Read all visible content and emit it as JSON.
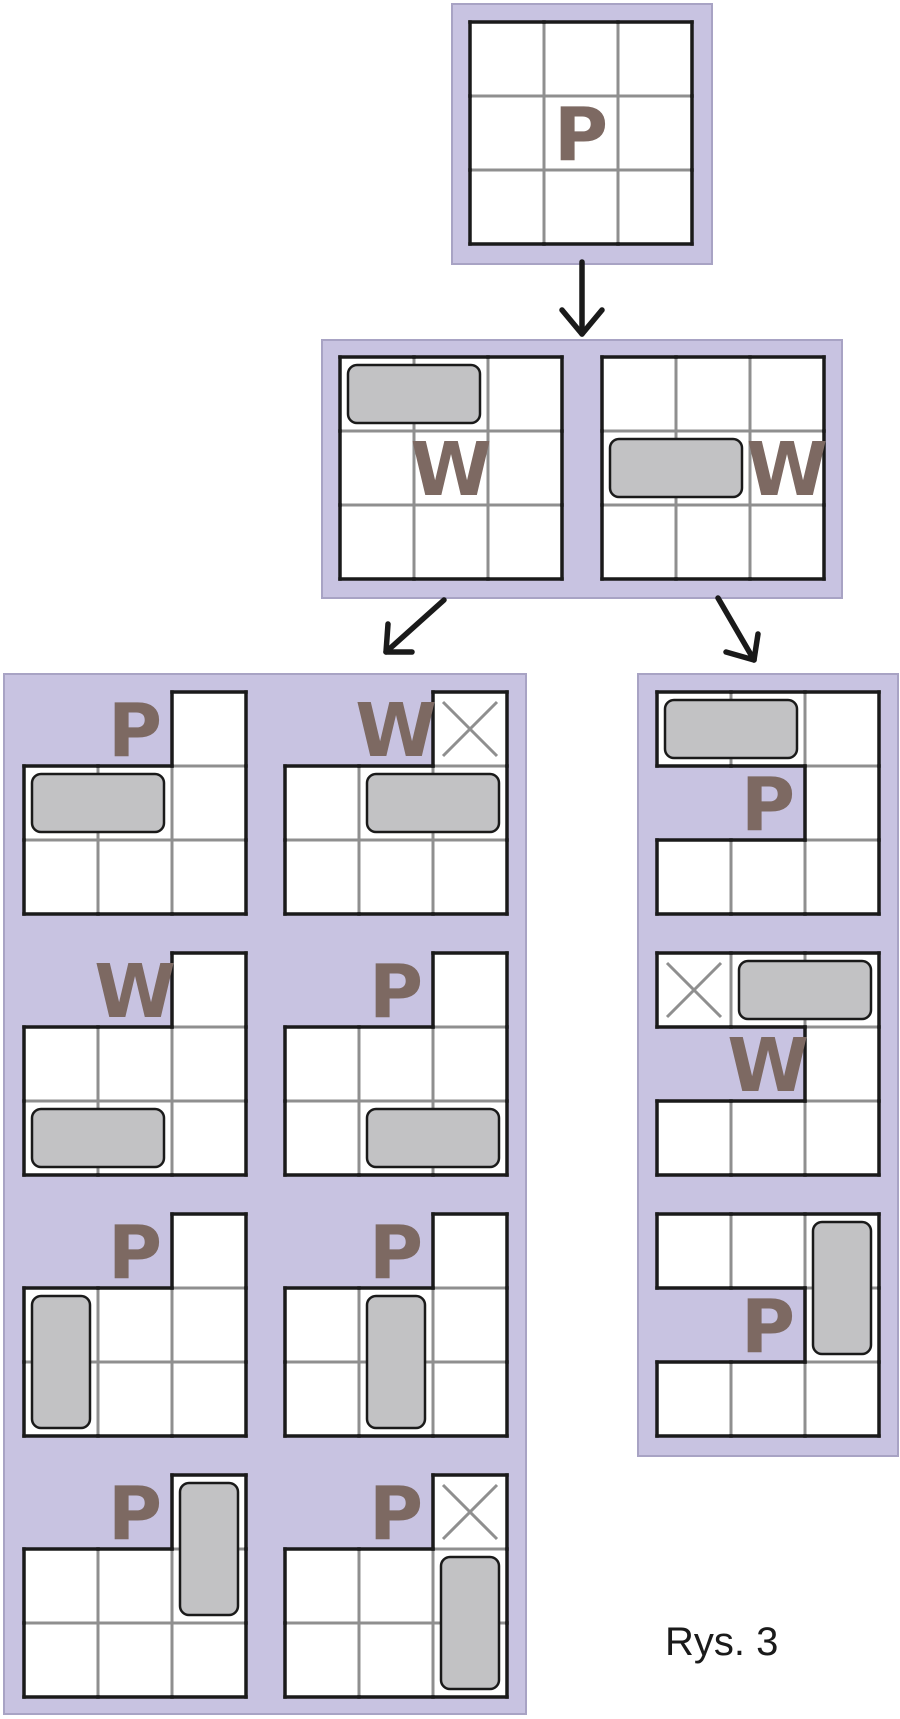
{
  "figure": {
    "caption": "Rys. 3",
    "colors": {
      "panel": "#c8c3e1",
      "letter": "#7d6962",
      "domino": "#c2c2c4",
      "outline": "#1a1a1a",
      "grid": "#8f8f8f"
    },
    "boards": [
      {
        "id": "root",
        "missing": [],
        "crosses": [],
        "dominoes": [],
        "letter": {
          "text": "P",
          "r": 1,
          "c": 1
        }
      },
      {
        "id": "lvl1-a",
        "missing": [],
        "crosses": [],
        "dominoes": [
          [
            0,
            0,
            0,
            1
          ]
        ],
        "letter": {
          "text": "W",
          "r": 1,
          "c": 1
        }
      },
      {
        "id": "lvl1-b",
        "missing": [],
        "crosses": [],
        "dominoes": [
          [
            1,
            0,
            1,
            1
          ]
        ],
        "letter": {
          "text": "W",
          "r": 1,
          "c": 2
        }
      },
      {
        "id": "left-1",
        "missing": [
          [
            0,
            0
          ],
          [
            0,
            1
          ]
        ],
        "crosses": [],
        "dominoes": [
          [
            1,
            0,
            1,
            1
          ]
        ],
        "letter": {
          "text": "P",
          "r": 0,
          "c": 1
        }
      },
      {
        "id": "left-2",
        "missing": [
          [
            0,
            0
          ],
          [
            0,
            1
          ]
        ],
        "crosses": [
          [
            0,
            2
          ]
        ],
        "dominoes": [
          [
            1,
            1,
            1,
            2
          ]
        ],
        "letter": {
          "text": "W",
          "r": 0,
          "c": 1
        }
      },
      {
        "id": "left-3",
        "missing": [
          [
            0,
            0
          ],
          [
            0,
            1
          ]
        ],
        "crosses": [],
        "dominoes": [
          [
            2,
            0,
            2,
            1
          ]
        ],
        "letter": {
          "text": "W",
          "r": 0,
          "c": 1
        }
      },
      {
        "id": "left-4",
        "missing": [
          [
            0,
            0
          ],
          [
            0,
            1
          ]
        ],
        "crosses": [],
        "dominoes": [
          [
            2,
            1,
            2,
            2
          ]
        ],
        "letter": {
          "text": "P",
          "r": 0,
          "c": 1
        }
      },
      {
        "id": "left-5",
        "missing": [
          [
            0,
            0
          ],
          [
            0,
            1
          ]
        ],
        "crosses": [],
        "dominoes": [
          [
            1,
            0,
            2,
            0
          ]
        ],
        "letter": {
          "text": "P",
          "r": 0,
          "c": 1
        }
      },
      {
        "id": "left-6",
        "missing": [
          [
            0,
            0
          ],
          [
            0,
            1
          ]
        ],
        "crosses": [],
        "dominoes": [
          [
            1,
            1,
            2,
            1
          ]
        ],
        "letter": {
          "text": "P",
          "r": 0,
          "c": 1
        }
      },
      {
        "id": "left-7",
        "missing": [
          [
            0,
            0
          ],
          [
            0,
            1
          ]
        ],
        "crosses": [],
        "dominoes": [
          [
            0,
            2,
            1,
            2
          ]
        ],
        "letter": {
          "text": "P",
          "r": 0,
          "c": 1
        }
      },
      {
        "id": "left-8",
        "missing": [
          [
            0,
            0
          ],
          [
            0,
            1
          ]
        ],
        "crosses": [
          [
            0,
            2
          ]
        ],
        "dominoes": [
          [
            1,
            2,
            2,
            2
          ]
        ],
        "letter": {
          "text": "P",
          "r": 0,
          "c": 1
        }
      },
      {
        "id": "right-1",
        "missing": [
          [
            1,
            0
          ],
          [
            1,
            1
          ]
        ],
        "crosses": [],
        "dominoes": [
          [
            0,
            0,
            0,
            1
          ]
        ],
        "letter": {
          "text": "P",
          "r": 1,
          "c": 1
        }
      },
      {
        "id": "right-2",
        "missing": [
          [
            1,
            0
          ],
          [
            1,
            1
          ]
        ],
        "crosses": [
          [
            0,
            0
          ]
        ],
        "dominoes": [
          [
            0,
            1,
            0,
            2
          ]
        ],
        "letter": {
          "text": "W",
          "r": 1,
          "c": 1
        }
      },
      {
        "id": "right-3",
        "missing": [
          [
            1,
            0
          ],
          [
            1,
            1
          ]
        ],
        "crosses": [],
        "dominoes": [
          [
            0,
            2,
            1,
            2
          ]
        ],
        "letter": {
          "text": "P",
          "r": 1,
          "c": 1
        }
      }
    ]
  }
}
